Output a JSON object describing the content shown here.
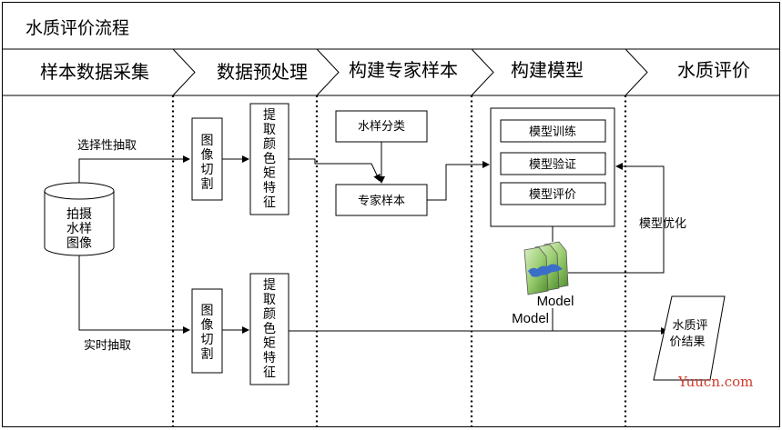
{
  "title": "水质评价流程",
  "stages": [
    "样本数据采集",
    "数据预处理",
    "构建专家样本",
    "构建模型",
    "水质评价"
  ],
  "source": {
    "label": [
      "拍摄",
      "水样",
      "图像"
    ]
  },
  "edges": {
    "selective": "选择性抽取",
    "realtime": "实时抽取",
    "optimize": "模型优化"
  },
  "preprocess": {
    "cut": [
      "图",
      "像",
      "切",
      "割"
    ],
    "extract": [
      "提",
      "取",
      "颜",
      "色",
      "矩",
      "特",
      "征"
    ]
  },
  "expert": {
    "classify": "水样分类",
    "sample": "专家样本"
  },
  "model": {
    "steps": [
      "模型训练",
      "模型验证",
      "模型评价"
    ],
    "icon_label": "Model",
    "flow_label": "Model"
  },
  "result": [
    "水质评",
    "价结果"
  ],
  "watermark": "Yuucn.com",
  "colors": {
    "line": "#000000",
    "watermark": "#d03a2b"
  }
}
